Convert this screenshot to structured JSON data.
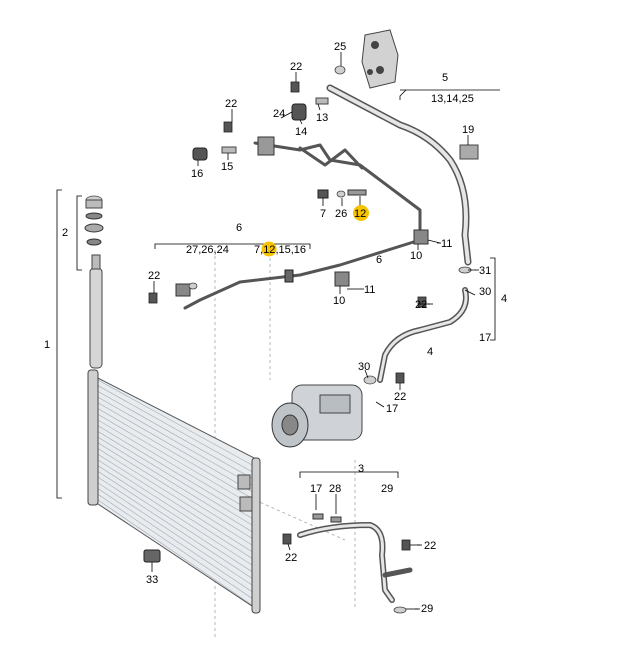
{
  "callouts": [
    {
      "id": "c25",
      "text": "25"
    },
    {
      "id": "c22a",
      "text": "22"
    },
    {
      "id": "c22b",
      "text": "22"
    },
    {
      "id": "c24",
      "text": "24"
    },
    {
      "id": "c14",
      "text": "14"
    },
    {
      "id": "c13",
      "text": "13"
    },
    {
      "id": "c19",
      "text": "19"
    },
    {
      "id": "c16",
      "text": "16"
    },
    {
      "id": "c15",
      "text": "15"
    },
    {
      "id": "c7",
      "text": "7"
    },
    {
      "id": "c26",
      "text": "26"
    },
    {
      "id": "c12",
      "text": "12",
      "highlight": true
    },
    {
      "id": "c11a",
      "text": "11"
    },
    {
      "id": "c10a",
      "text": "10"
    },
    {
      "id": "c31",
      "text": "31"
    },
    {
      "id": "c22c",
      "text": "22"
    },
    {
      "id": "c10b",
      "text": "10"
    },
    {
      "id": "c11b",
      "text": "11"
    },
    {
      "id": "c22d",
      "text": "22"
    },
    {
      "id": "c30a",
      "text": "30"
    },
    {
      "id": "c17a",
      "text": "17"
    },
    {
      "id": "c30b",
      "text": "30"
    },
    {
      "id": "c22e",
      "text": "22"
    },
    {
      "id": "c17b",
      "text": "17"
    },
    {
      "id": "c17c",
      "text": "17"
    },
    {
      "id": "c28",
      "text": "28"
    },
    {
      "id": "c22f",
      "text": "22"
    },
    {
      "id": "c22g",
      "text": "22"
    },
    {
      "id": "c29",
      "text": "29"
    },
    {
      "id": "c33",
      "text": "33"
    }
  ],
  "groups": [
    {
      "id": "g1",
      "text": "1"
    },
    {
      "id": "g2",
      "text": "2"
    },
    {
      "id": "g3",
      "text": "3"
    },
    {
      "id": "g4a",
      "text": "4"
    },
    {
      "id": "g4b",
      "text": "4"
    },
    {
      "id": "g5",
      "text": "5"
    },
    {
      "id": "g5sub",
      "text": "13,14,25"
    },
    {
      "id": "g6a",
      "text": "6"
    },
    {
      "id": "g6b",
      "text": "6"
    },
    {
      "id": "g6subA",
      "text": "27,26,24"
    },
    {
      "id": "g6subB1",
      "text": "7,"
    },
    {
      "id": "g6subB2",
      "text": "12",
      "highlight": true
    },
    {
      "id": "g6subB3",
      "text": ",15,16"
    },
    {
      "id": "g29top",
      "text": "29"
    }
  ]
}
